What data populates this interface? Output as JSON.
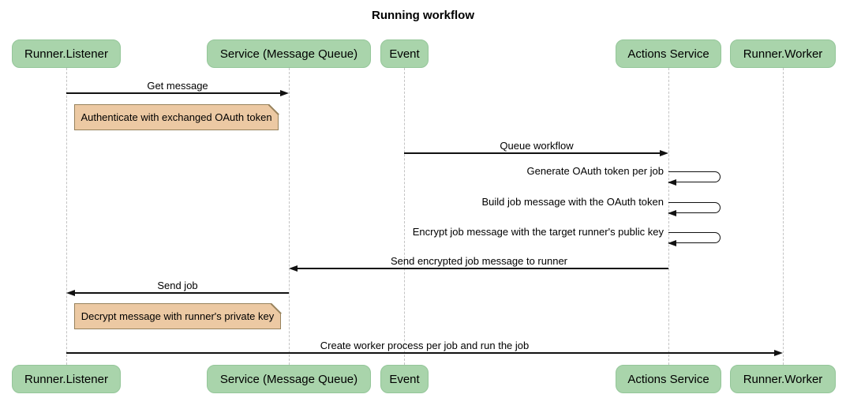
{
  "title": "Running workflow",
  "participants": [
    {
      "name": "Runner.Listener"
    },
    {
      "name": "Service (Message Queue)"
    },
    {
      "name": "Event"
    },
    {
      "name": "Actions Service"
    },
    {
      "name": "Runner.Worker"
    }
  ],
  "messages": [
    {
      "from": "Runner.Listener",
      "to": "Service (Message Queue)",
      "label": "Get message",
      "type": "solid-arrow"
    },
    {
      "from": "Event",
      "to": "Actions Service",
      "label": "Queue workflow",
      "type": "solid-arrow"
    },
    {
      "actor": "Actions Service",
      "label": "Generate OAuth token per job",
      "type": "self-loop"
    },
    {
      "actor": "Actions Service",
      "label": "Build job message with the OAuth token",
      "type": "self-loop"
    },
    {
      "actor": "Actions Service",
      "label": "Encrypt job message with the target runner's public key",
      "type": "self-loop"
    },
    {
      "from": "Actions Service",
      "to": "Service (Message Queue)",
      "label": "Send encrypted job message to runner",
      "type": "solid-arrow"
    },
    {
      "from": "Service (Message Queue)",
      "to": "Runner.Listener",
      "label": "Send job",
      "type": "solid-arrow"
    },
    {
      "from": "Runner.Listener",
      "to": "Runner.Worker",
      "label": "Create worker process per job and run the job",
      "type": "solid-arrow"
    }
  ],
  "notes": [
    {
      "over": "Runner.Listener",
      "label": "Authenticate with exchanged OAuth token"
    },
    {
      "over": "Runner.Listener",
      "label": "Decrypt message with runner's private key"
    }
  ],
  "colors": {
    "actor_fill": "#a9d4ab",
    "actor_border": "#94c699",
    "note_fill": "#ecc9a3",
    "note_border": "#97825c",
    "lifeline": "#c3c3c3",
    "line": "#111111"
  }
}
